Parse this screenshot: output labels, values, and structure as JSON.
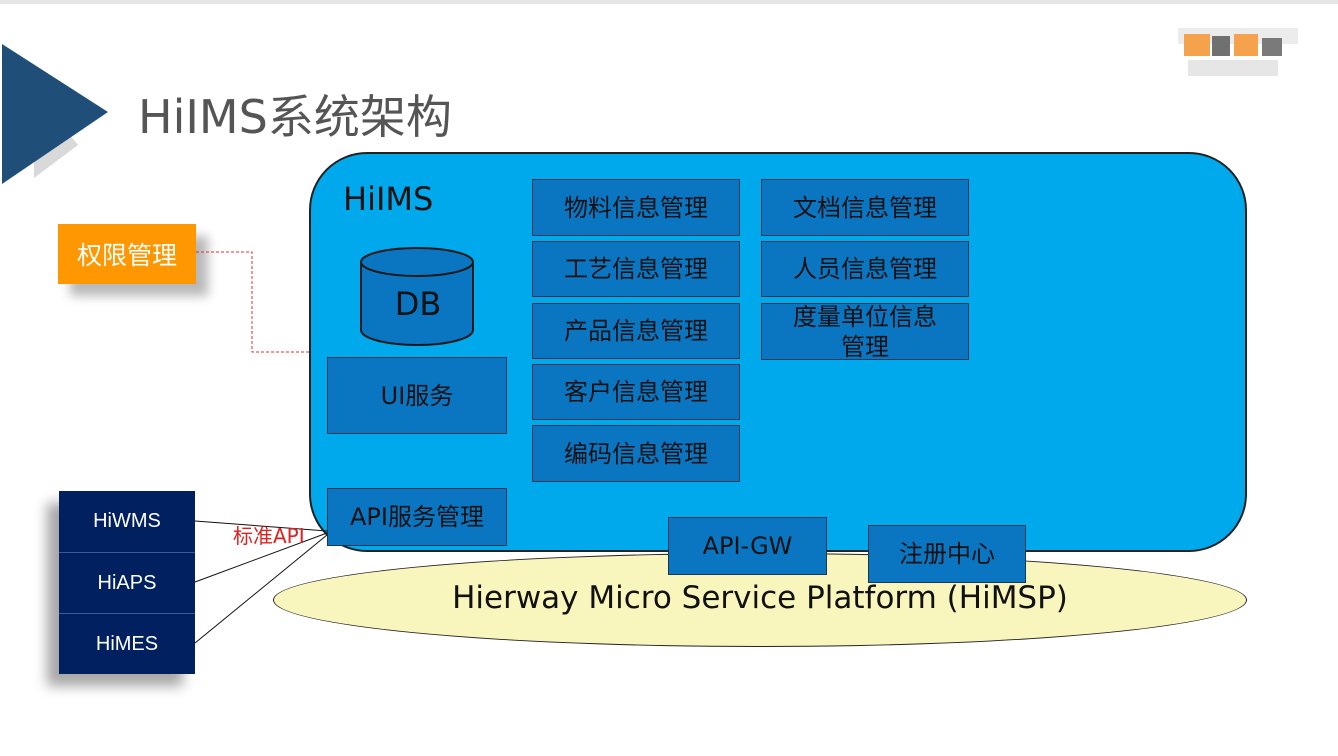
{
  "page": {
    "title": "HiIMS系统架构"
  },
  "platform": {
    "label": "Hierway Micro Service Platform (HiMSP)"
  },
  "hims_panel": {
    "label": "HiIMS",
    "db_label": "DB",
    "ui_service": "UI服务",
    "api_service": "API服务管理",
    "modules_col1": [
      "物料信息管理",
      "工艺信息管理",
      "产品信息管理",
      "客户信息管理",
      "编码信息管理"
    ],
    "modules_col2": [
      "文档信息管理",
      "人员信息管理",
      "度量单位信息管理"
    ]
  },
  "gateway": {
    "api_gw": "API-GW",
    "registry": "注册中心"
  },
  "auth": {
    "label": "权限管理"
  },
  "systems": [
    "HiWMS",
    "HiAPS",
    "HiMES"
  ],
  "connector": {
    "label": "标准API"
  },
  "colors": {
    "panel": "#00a8ec",
    "module": "#0a76c2",
    "auth": "#ff9700",
    "systems": "#002060",
    "platform": "#f9f6bd",
    "accent_arrow": "#1f4e79",
    "std_api_text": "#e02020"
  }
}
